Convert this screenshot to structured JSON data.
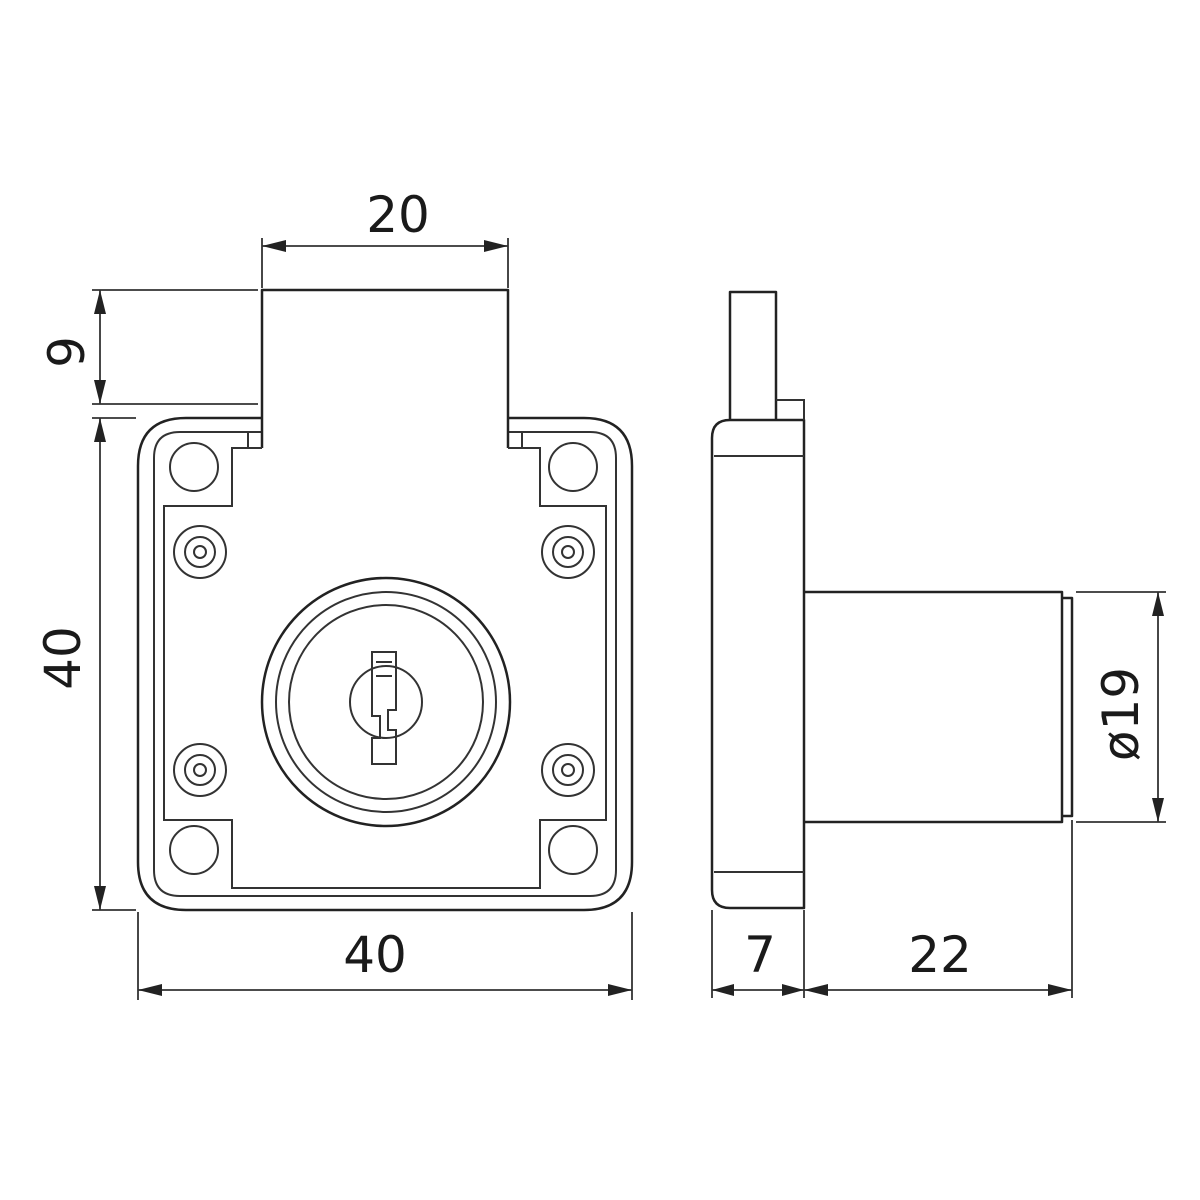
{
  "dimensions": {
    "bolt_width": "20",
    "bolt_projection": "9",
    "body_height": "40",
    "body_width": "40",
    "cylinder_diameter": "ø19",
    "flange_thickness": "7",
    "cylinder_length": "22"
  },
  "colors": {
    "line": "#222222",
    "background": "#ffffff"
  }
}
